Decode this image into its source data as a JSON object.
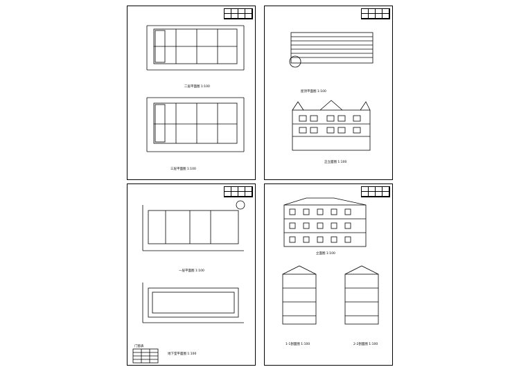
{
  "sheets": [
    {
      "id": "tl",
      "captions": [
        "二层平面图 1:100",
        "三层平面图 1:100"
      ]
    },
    {
      "id": "tr",
      "captions": [
        "屋顶平面图 1:100",
        "正立面图 1:100"
      ]
    },
    {
      "id": "bl",
      "captions": [
        "一层平面图 1:100",
        "地下室平面图 1:100"
      ]
    },
    {
      "id": "br",
      "captions": [
        "立面图 1:100",
        "1-1剖面图 1:100",
        "2-2剖面图 1:100"
      ]
    }
  ],
  "legend_title": "门窗表",
  "colors": {
    "line": "#000000",
    "bg": "#ffffff"
  }
}
